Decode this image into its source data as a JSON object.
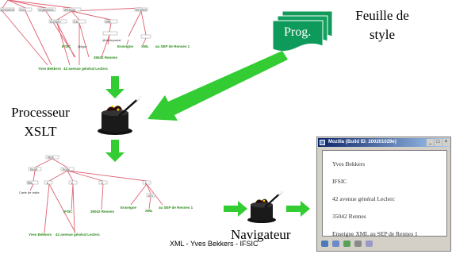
{
  "labels": {
    "stylesheet_line1": "Feuille de",
    "stylesheet_line2": "style",
    "program": "Prog.",
    "processor_line1": "Processeur",
    "processor_line2": "XSLT",
    "browser": "Navigateur",
    "footer": "XML - Yves Bekkers - IFSIC"
  },
  "source_tree": {
    "nodes": [
      "personne",
      "nom",
      "organisme",
      "adresse",
      "numero",
      "rue",
      "ville",
      "@codepostal",
      "fonction",
      "IFSIC",
      "@type",
      "35042 Rennes",
      "Enseigne",
      "XML",
      "au SEP de Rennes 1"
    ],
    "leaves": [
      "Yves Bekkers",
      "42 avenue général Leclerc"
    ]
  },
  "result_tree": {
    "nodes": [
      "html",
      "head",
      "body",
      "title",
      "p",
      "p",
      "p",
      "p",
      "em"
    ],
    "leaves": [
      "Carte de visite",
      "IFSIC",
      "35042 Rennes",
      "Enseigne",
      "XML",
      "au SEP de Rennes 1",
      "Yves Bekkers",
      "42 avenue général Leclerc"
    ]
  },
  "browser_window": {
    "title": "Mozilla {Build ID: 200201029e}",
    "controls": "_ □ ×",
    "lines": [
      "Yves Bekkers",
      "IFSIC",
      "42 avenue général Leclerc",
      "35042 Rennes",
      "Enseigne XML au SEP de Rennes 1"
    ]
  },
  "colors": {
    "arrow_green": "#33cc33",
    "tree_lines": "#e05a6a",
    "doc_green": "#0a9a5a",
    "leaf_text": "#2a8a1a",
    "hat": "#111111"
  }
}
